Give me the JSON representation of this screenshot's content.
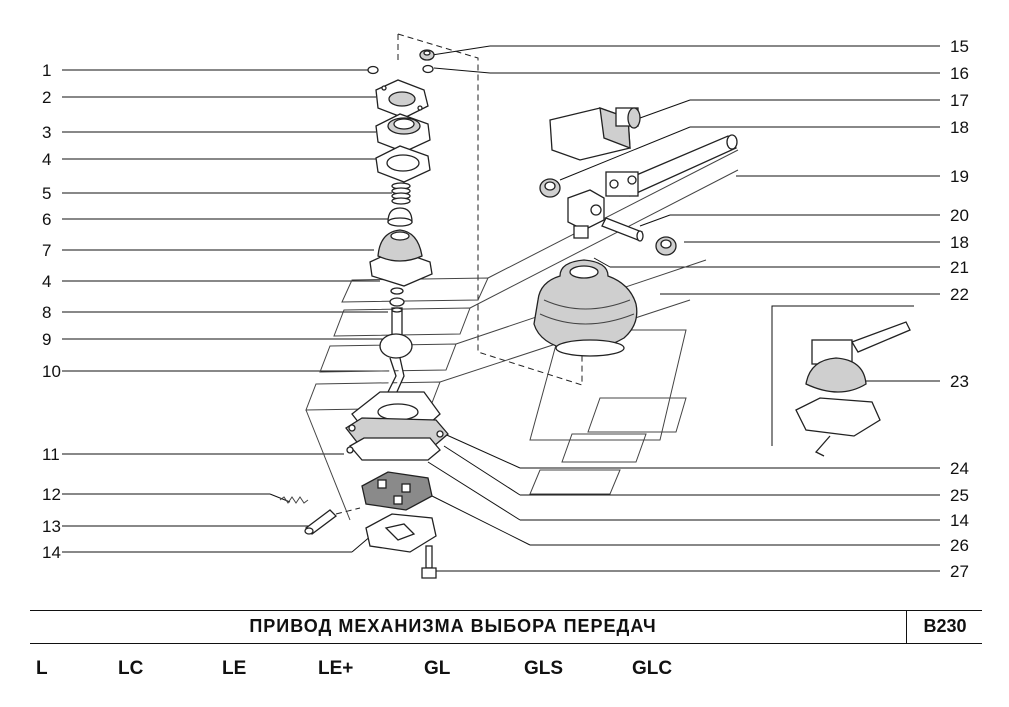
{
  "diagram": {
    "title": "ПРИВОД МЕХАНИЗМА ВЫБОРА ПЕРЕДАЧ",
    "code": "B230",
    "left_callouts": [
      "1",
      "2",
      "3",
      "4",
      "5",
      "6",
      "7",
      "4",
      "8",
      "9",
      "10",
      "11",
      "12",
      "13",
      "14"
    ],
    "right_callouts": [
      "15",
      "16",
      "17",
      "18",
      "19",
      "20",
      "18",
      "21",
      "22",
      "23",
      "24",
      "25",
      "14",
      "26",
      "27"
    ]
  },
  "trim_levels": [
    "L",
    "LC",
    "LE",
    "LE+",
    "GL",
    "GLS",
    "GLC"
  ]
}
